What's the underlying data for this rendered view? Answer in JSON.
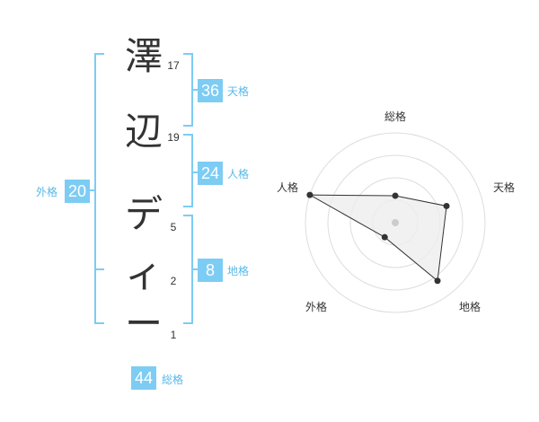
{
  "name_chars": [
    {
      "char": "澤",
      "strokes": "17"
    },
    {
      "char": "辺",
      "strokes": "19"
    },
    {
      "char": "デ",
      "strokes": "5"
    },
    {
      "char": "ィ",
      "strokes": "2"
    },
    {
      "char": "ー",
      "strokes": "1"
    }
  ],
  "fortune": {
    "tenkaku": {
      "value": "36",
      "label": "天格"
    },
    "jinkaku": {
      "value": "24",
      "label": "人格"
    },
    "chikaku": {
      "value": "8",
      "label": "地格"
    },
    "gaikaku": {
      "value": "20",
      "label": "外格"
    },
    "soukaku": {
      "value": "44",
      "label": "総格"
    }
  },
  "radar": {
    "axes": [
      "総格",
      "天格",
      "地格",
      "外格",
      "人格"
    ],
    "values": [
      0.3,
      0.6,
      0.8,
      0.2,
      1.0
    ],
    "rings": 4,
    "colors": {
      "line": "#333333",
      "fill": "#eeeeee",
      "grid": "#dddddd",
      "center": "#cccccc"
    }
  },
  "colors": {
    "accent": "#7dccf4",
    "accent_text": "#58b9e8",
    "bracket": "#7dccf4"
  }
}
